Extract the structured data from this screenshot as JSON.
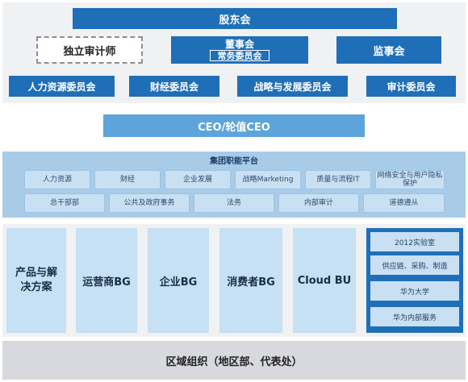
{
  "governance": {
    "shareholders": "股东会",
    "independent_auditor": "独立审计师",
    "board": "董事会",
    "board_standing": "常务委员会",
    "supervisory": "监事会",
    "committees": [
      "人力资源委员会",
      "财经委员会",
      "战略与发展委员会",
      "审计委员会"
    ]
  },
  "ceo": "CEO/轮值CEO",
  "platform": {
    "title": "集团职能平台",
    "row1": [
      "人力资源",
      "财经",
      "企业发展",
      "战略Marketing",
      "质量与流程IT",
      "网络安全与用户隐私保护"
    ],
    "row2": [
      "总干部部",
      "公共及政府事务",
      "法务",
      "内部审计",
      "道德遵从"
    ]
  },
  "business_groups": [
    "产品与解决方案",
    "运营商BG",
    "企业BG",
    "消费者BG",
    "Cloud BU"
  ],
  "support": [
    "2012实验室",
    "供应链、采购、制造",
    "华为大学",
    "华为内部服务"
  ],
  "region": "区域组织（地区部、代表处）",
  "colors": {
    "dark_blue": "#1f6fb8",
    "mid_blue": "#5da4db",
    "light_blue": "#c6e0f4"
  }
}
